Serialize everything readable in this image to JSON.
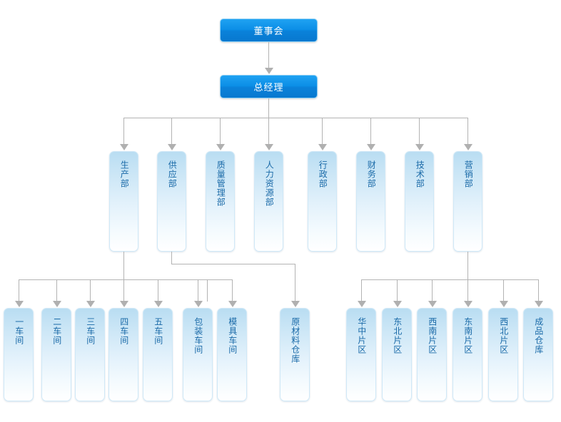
{
  "chart": {
    "title_text": "",
    "accent_color": "#0b8ee6",
    "node_text_color": "#1a6aa8",
    "connector_color": "#b3b3b3"
  },
  "executives": [
    {
      "id": "board",
      "label": "董事会"
    },
    {
      "id": "gm",
      "label": "总经理"
    }
  ],
  "departments": [
    {
      "id": "dept-production",
      "label": "生产部"
    },
    {
      "id": "dept-supply",
      "label": "供应部"
    },
    {
      "id": "dept-quality",
      "label": "质量管理部"
    },
    {
      "id": "dept-hr",
      "label": "人力资源部"
    },
    {
      "id": "dept-admin",
      "label": "行政部"
    },
    {
      "id": "dept-finance",
      "label": "财务部"
    },
    {
      "id": "dept-technology",
      "label": "技术部"
    },
    {
      "id": "dept-marketing",
      "label": "营销部"
    }
  ],
  "workshops": [
    {
      "id": "workshop-1",
      "label": "一车间"
    },
    {
      "id": "workshop-2",
      "label": "二车间"
    },
    {
      "id": "workshop-3",
      "label": "三车间"
    },
    {
      "id": "workshop-4",
      "label": "四车间"
    },
    {
      "id": "workshop-5",
      "label": "五车间"
    },
    {
      "id": "workshop-packing",
      "label": "包装车间"
    },
    {
      "id": "workshop-mold",
      "label": "模具车间"
    }
  ],
  "supply_units": [
    {
      "id": "warehouse-raw",
      "label": "原材料仓库"
    }
  ],
  "sales_units": [
    {
      "id": "region-central",
      "label": "华中片区"
    },
    {
      "id": "region-northeast",
      "label": "东北片区"
    },
    {
      "id": "region-southwest",
      "label": "西南片区"
    },
    {
      "id": "region-southeast",
      "label": "东南片区"
    },
    {
      "id": "region-northwest",
      "label": "西北片区"
    },
    {
      "id": "warehouse-finished",
      "label": "成品仓库"
    }
  ]
}
